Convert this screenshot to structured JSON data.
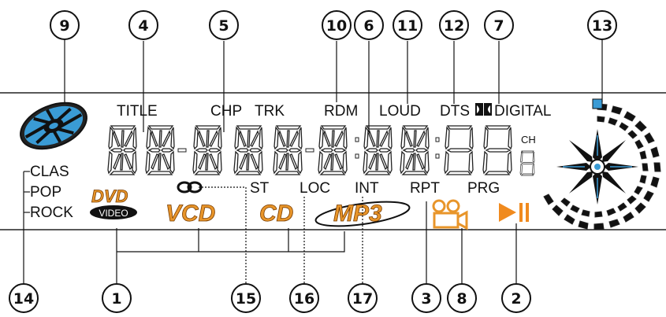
{
  "panel": {
    "top_labels": {
      "title": "TITLE",
      "chp": "CHP",
      "trk": "TRK",
      "rdm": "RDM",
      "loud": "LOUD",
      "dts": "DTS",
      "digital": "DIGITAL",
      "ch": "CH"
    },
    "bottom_labels": {
      "st": "ST",
      "loc": "LOC",
      "int": "INT",
      "rpt": "RPT",
      "prg": "PRG"
    },
    "eq_modes": [
      "CLAS",
      "POP",
      "ROCK"
    ],
    "logos": {
      "dvd": "DVD",
      "video": "VIDEO",
      "vcd": "VCD",
      "cd": "CD",
      "mp3": "MP3"
    }
  },
  "callouts": {
    "c1": "1",
    "c2": "2",
    "c3": "3",
    "c4": "4",
    "c5": "5",
    "c6": "6",
    "c7": "7",
    "c8": "8",
    "c9": "9",
    "c10": "10",
    "c11": "11",
    "c12": "12",
    "c13": "13",
    "c14": "14",
    "c15": "15",
    "c16": "16",
    "c17": "17"
  },
  "colors": {
    "logo_orange": "#e8952a",
    "disc_blue": "#3a9bd5",
    "play_orange": "#f08a1e"
  }
}
